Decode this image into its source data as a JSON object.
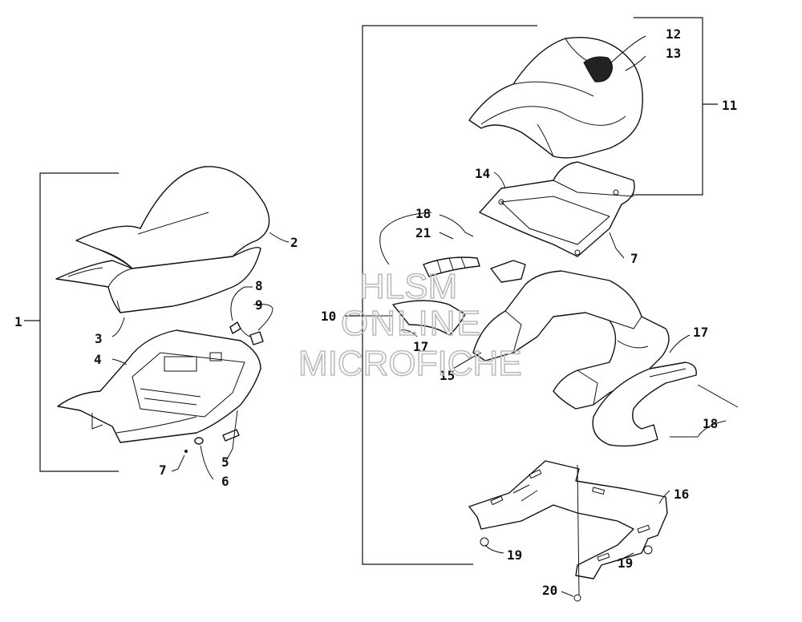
{
  "callouts": [
    "1",
    "2",
    "3",
    "4",
    "5",
    "6",
    "7",
    "8",
    "9",
    "10",
    "11",
    "12",
    "13",
    "14",
    "7",
    "18",
    "21",
    "17",
    "15",
    "17",
    "18",
    "16",
    "19",
    "19",
    "20"
  ],
  "watermark": {
    "line1": "HLSM",
    "line2": "ONLINE",
    "line3": "MICROFICHE",
    "color": "#bbbbbb"
  }
}
